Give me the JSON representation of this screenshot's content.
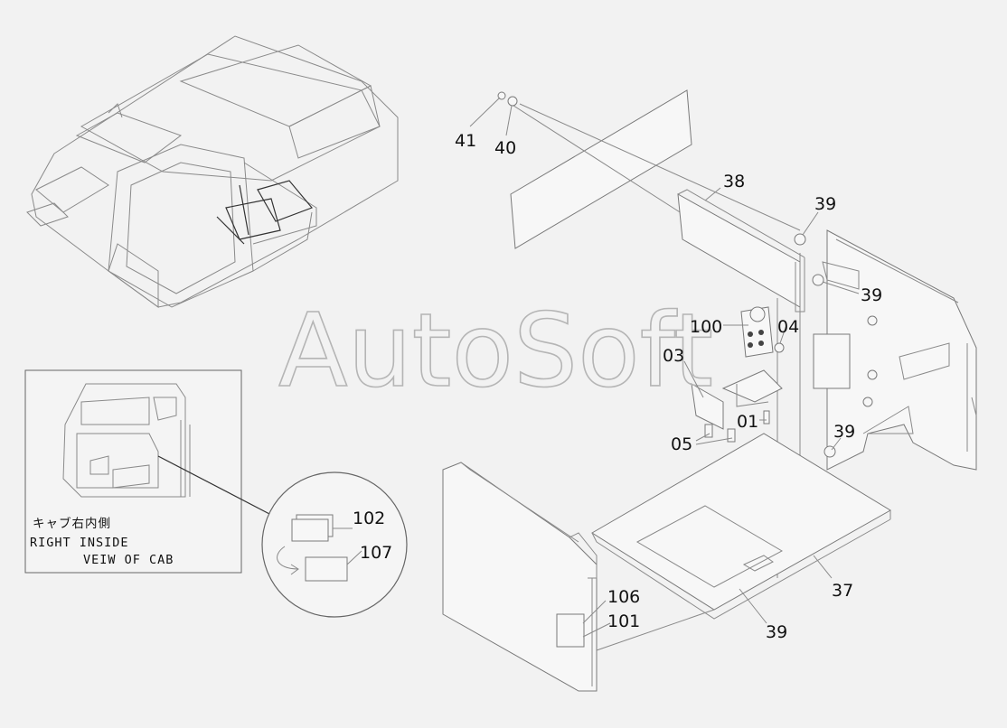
{
  "watermark": "AutoSoft",
  "inset": {
    "note_jp": "キャブ右内側",
    "note_en_1": "RIGHT   INSIDE",
    "note_en_2": "VEIW  OF  CAB"
  },
  "callouts": [
    {
      "id": "41",
      "text": "41"
    },
    {
      "id": "40",
      "text": "40"
    },
    {
      "id": "38",
      "text": "38"
    },
    {
      "id": "39a",
      "text": "39"
    },
    {
      "id": "39b",
      "text": "39"
    },
    {
      "id": "100",
      "text": "100"
    },
    {
      "id": "04",
      "text": "04"
    },
    {
      "id": "03",
      "text": "03"
    },
    {
      "id": "01",
      "text": "01"
    },
    {
      "id": "05",
      "text": "05"
    },
    {
      "id": "39c",
      "text": "39"
    },
    {
      "id": "37",
      "text": "37"
    },
    {
      "id": "39d",
      "text": "39"
    },
    {
      "id": "106",
      "text": "106"
    },
    {
      "id": "101",
      "text": "101"
    },
    {
      "id": "102",
      "text": "102"
    },
    {
      "id": "107",
      "text": "107"
    }
  ]
}
